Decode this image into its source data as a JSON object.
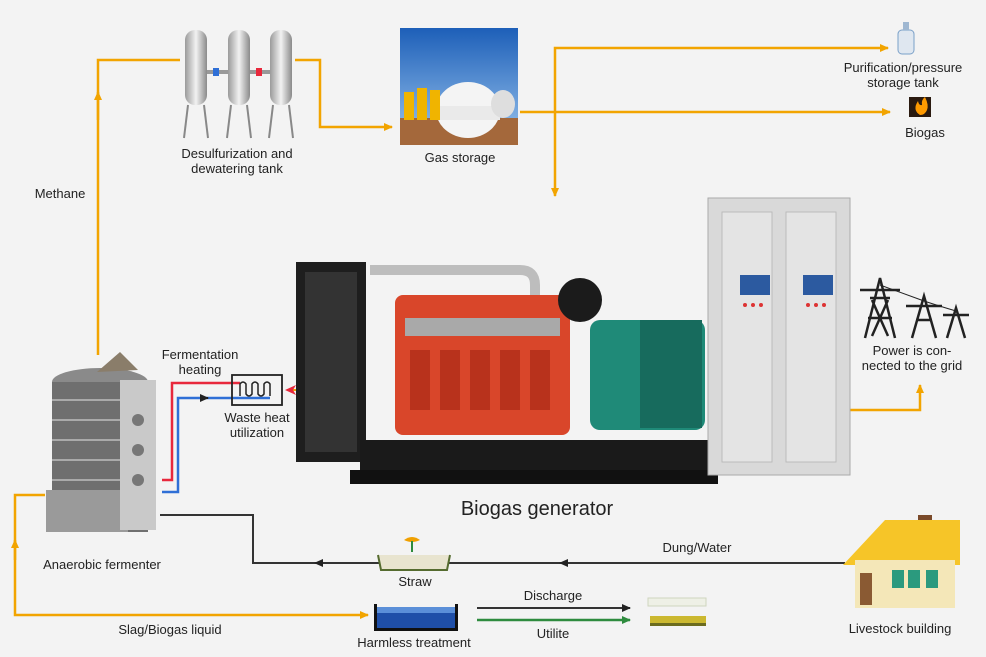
{
  "colors": {
    "gas_flow": "#f2a400",
    "waste_flow": "#222222",
    "hot_water": "#e8283c",
    "cold_water": "#2f6fd6",
    "utilize": "#2e8b3e",
    "generator_engine": "#d9462a",
    "alternator": "#1f8a78"
  },
  "labels": {
    "methane": "Methane",
    "desulfurization": [
      "Desulfurization and",
      "dewatering tank"
    ],
    "gas_storage": "Gas storage",
    "purification": [
      "Purification/pressure",
      "storage tank"
    ],
    "biogas": "Biogas",
    "power_grid": [
      "Power is con-",
      "nected to the grid"
    ],
    "fermentation_heating": [
      "Fermentation",
      "heating"
    ],
    "waste_heat": [
      "Waste heat",
      "utilization"
    ],
    "generator": "Biogas generator",
    "fermenter": "Anaerobic fermenter",
    "dung_water": "Dung/Water",
    "straw": "Straw",
    "slag": "Slag/Biogas liquid",
    "harmless": "Harmless treatment",
    "discharge": "Discharge",
    "utilite": "Utilite",
    "livestock": "Livestock building"
  }
}
